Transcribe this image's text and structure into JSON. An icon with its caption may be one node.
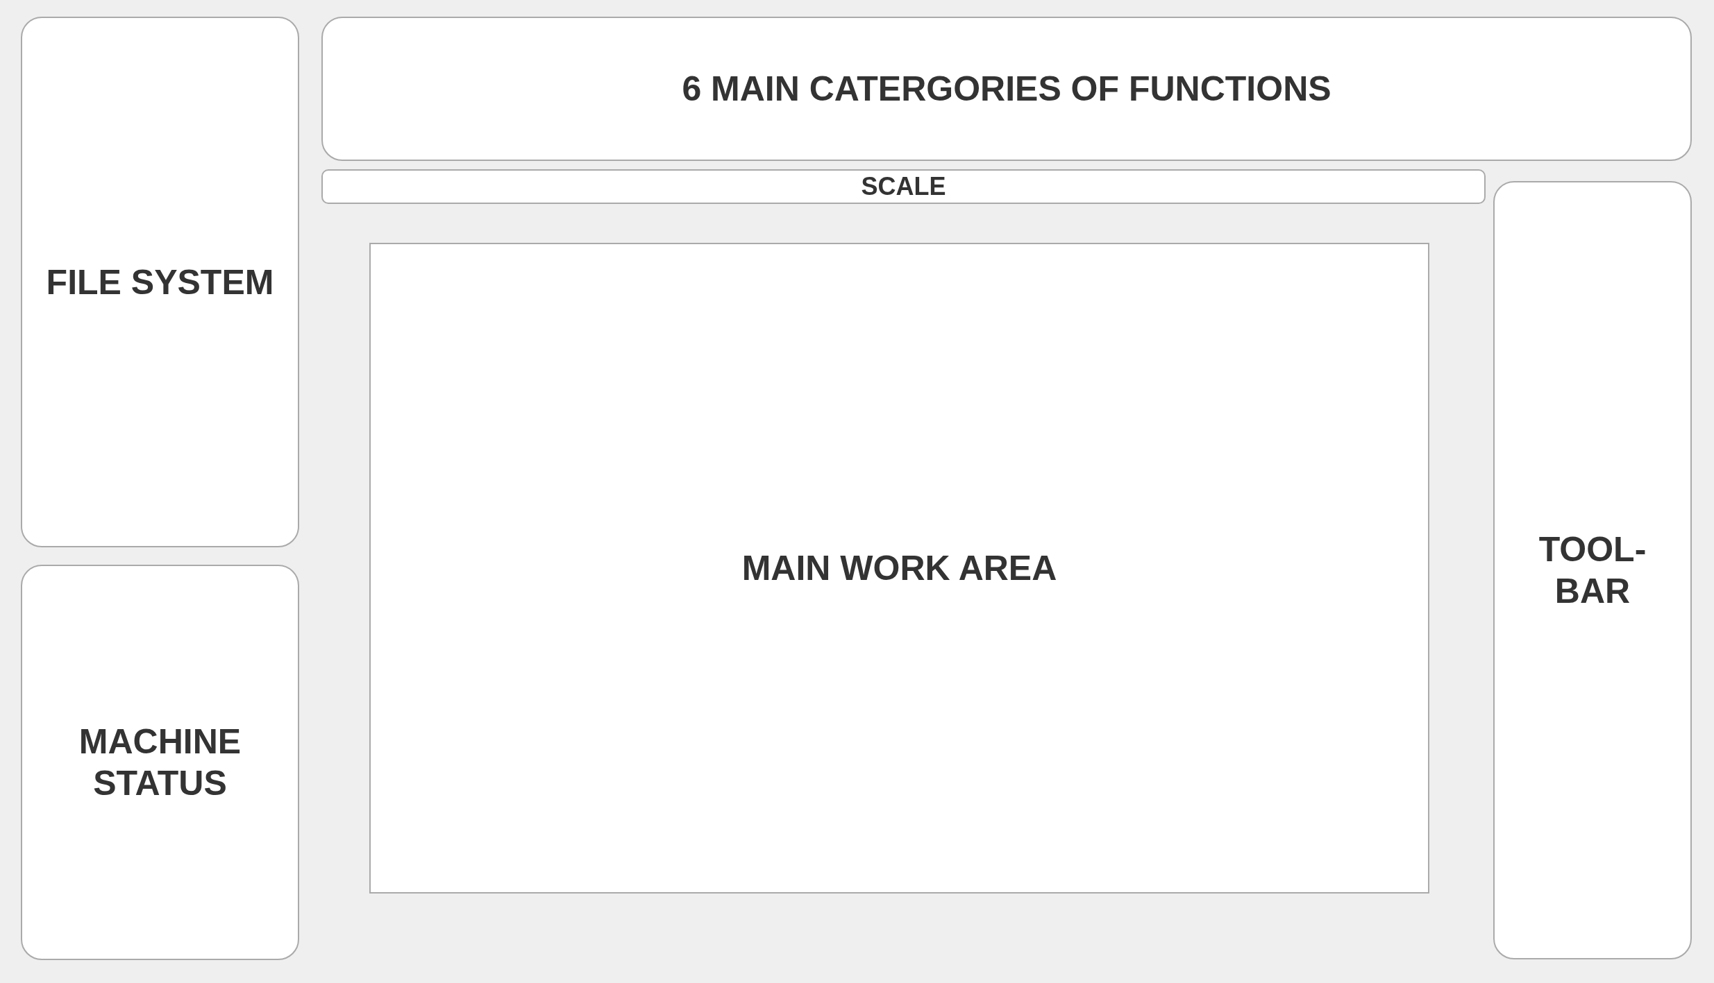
{
  "diagram": {
    "nodes": [
      {
        "text": [
          "FILE SYSTEM"
        ]
      },
      {
        "text": [
          "6 MAIN CATERGORIES OF FUNCTIONS"
        ]
      },
      {
        "text": [
          "SCALE"
        ]
      },
      {
        "text": [
          "MAIN WORK AREA"
        ]
      },
      {
        "text": [
          "TOOL-BAR"
        ]
      },
      {
        "text": [
          "MACHINE STATUS"
        ]
      }
    ]
  }
}
